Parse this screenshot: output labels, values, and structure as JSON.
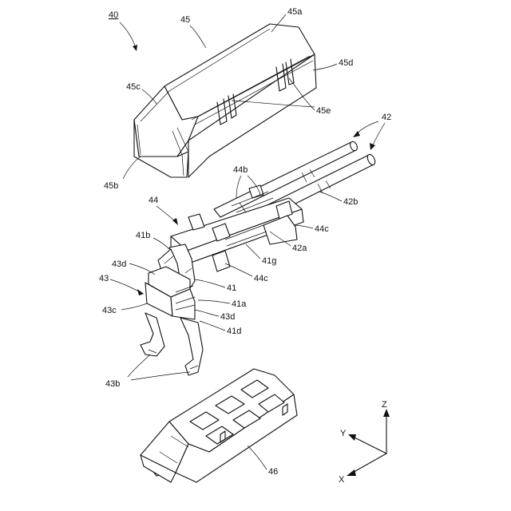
{
  "figure": {
    "labels": {
      "assembly": "40",
      "cover": "45",
      "cover_top": "45a",
      "cover_front": "45b",
      "cover_corner": "45c",
      "cover_side": "45d",
      "cover_slot": "45e",
      "cable_group": "42",
      "cable_inner": "42b",
      "cable_outer": "42a",
      "holder_rib": "44b",
      "holder": "44",
      "holder_side_upper": "44c",
      "holder_side_lower": "44c",
      "terminal_part": "41b",
      "terminal_groove": "41g",
      "terminal": "41",
      "terminal_a": "41a",
      "terminal_d": "41d",
      "clip": "43",
      "clip_top": "43d",
      "clip_side": "43c",
      "clip_lower": "43d",
      "clip_legs": "43b",
      "base": "46",
      "axis_z": "Z",
      "axis_y": "Y",
      "axis_x": "X"
    }
  }
}
